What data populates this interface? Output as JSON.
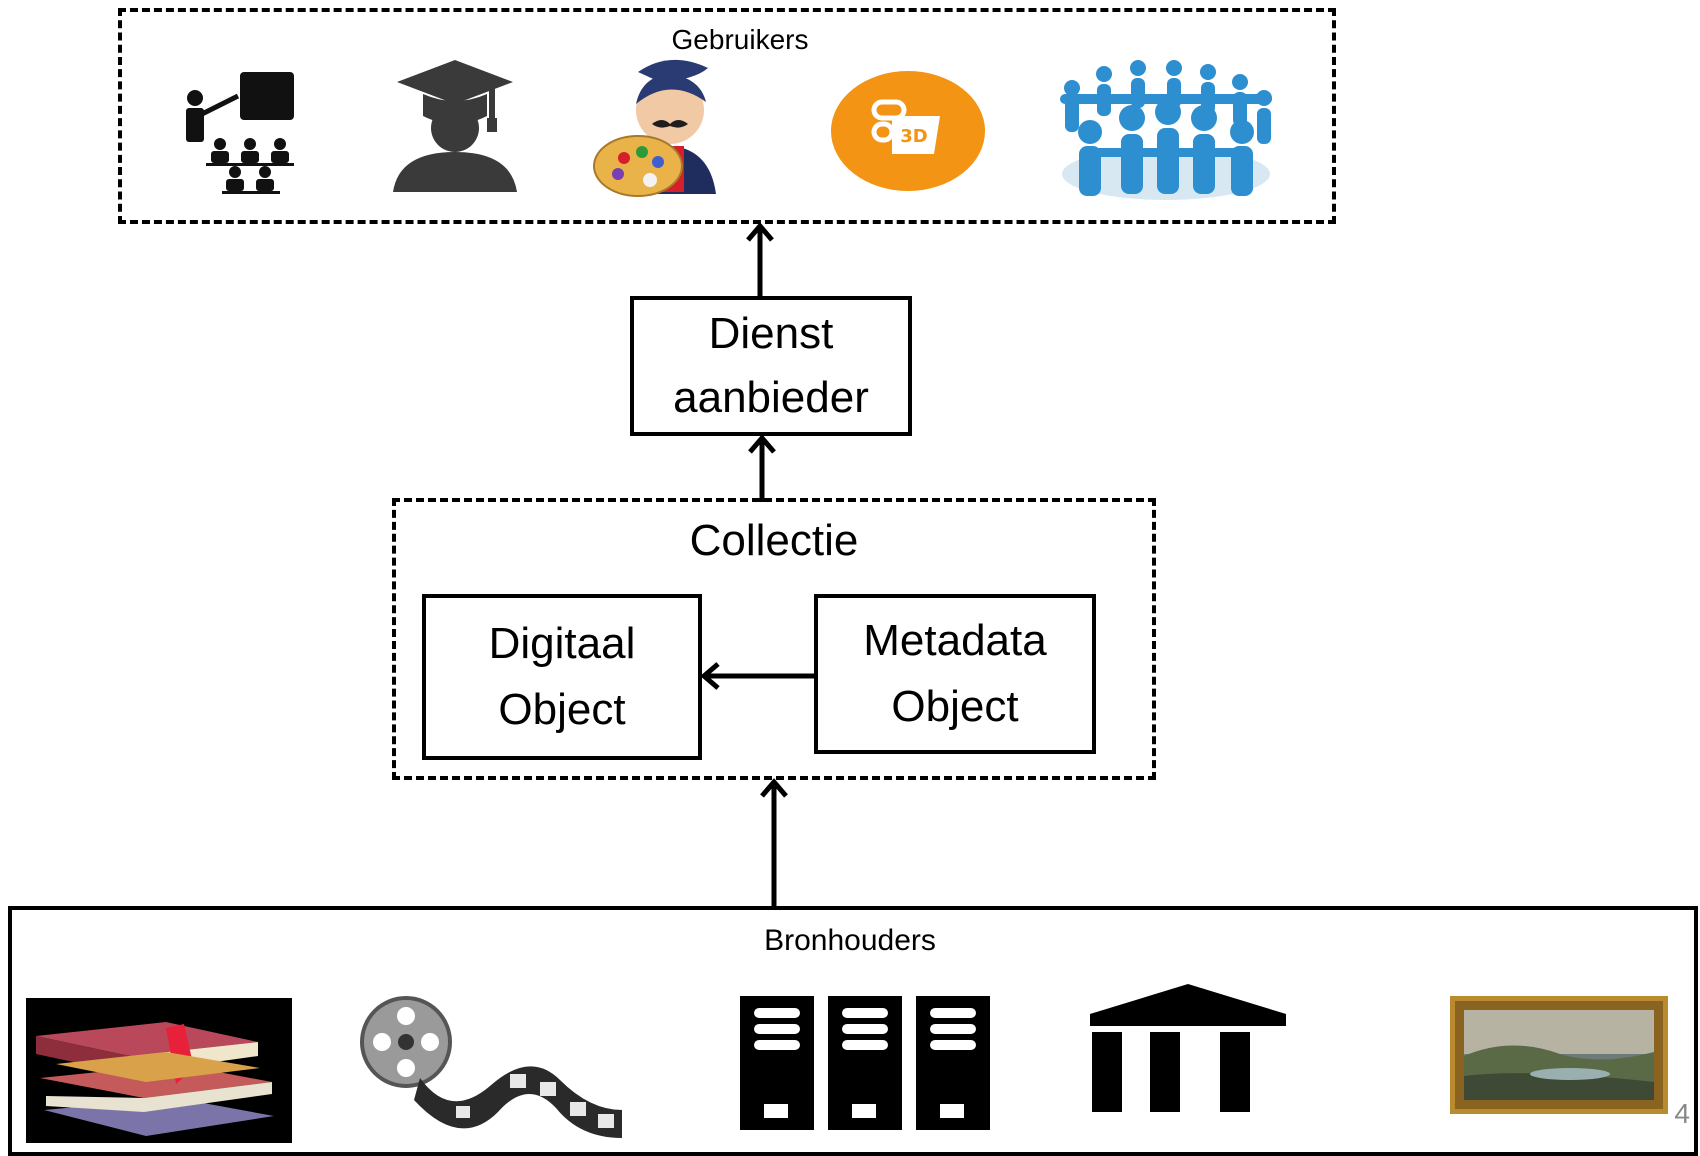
{
  "users": {
    "title": "Gebruikers",
    "icons": [
      "teacher-classroom-icon",
      "graduate-icon",
      "artist-icon",
      "3d-print-icon",
      "community-circle-icon"
    ]
  },
  "service": {
    "label": "Dienst\naanbieder"
  },
  "collection": {
    "title": "Collectie",
    "digital_object": "Digitaal\nObject",
    "metadata_object": "Metadata\nObject"
  },
  "sources": {
    "title": "Bronhouders",
    "icons": [
      "books-icon",
      "film-reel-icon",
      "server-racks-icon",
      "museum-building-icon",
      "framed-painting-icon"
    ]
  },
  "page_number": "4",
  "colors": {
    "orange": "#f39415",
    "community_blue": "#2e8fd0",
    "dark_gray": "#3a3a3a",
    "frame_gold": "#b98a2e"
  }
}
